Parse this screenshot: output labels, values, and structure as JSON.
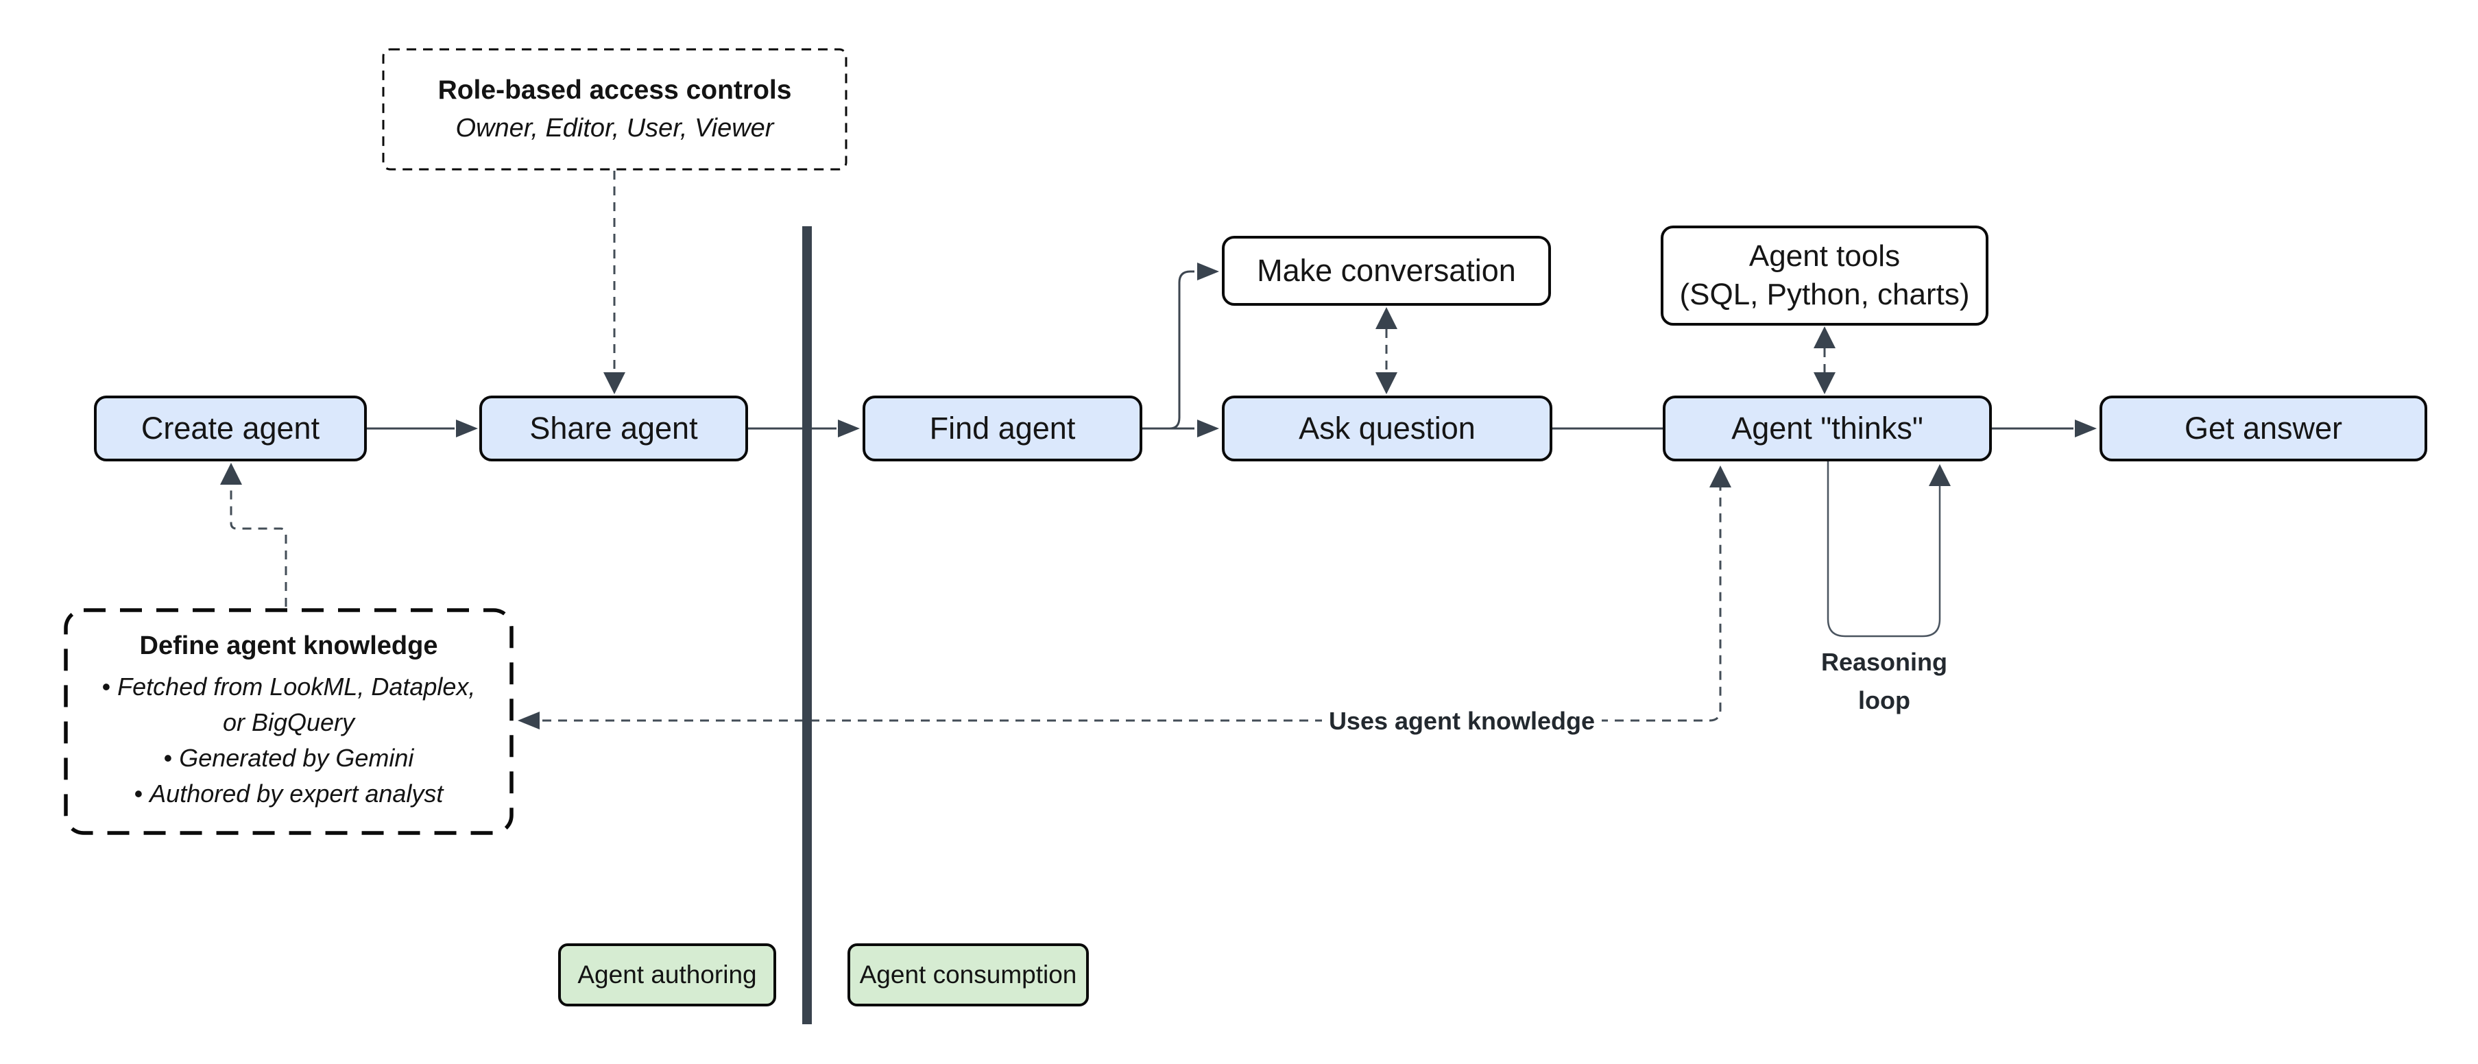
{
  "nodes": {
    "create_agent": {
      "label": "Create agent"
    },
    "share_agent": {
      "label": "Share agent"
    },
    "find_agent": {
      "label": "Find agent"
    },
    "ask_question": {
      "label": "Ask question"
    },
    "agent_thinks": {
      "label": "Agent \"thinks\""
    },
    "get_answer": {
      "label": "Get answer"
    },
    "make_conversation": {
      "label": "Make conversation"
    },
    "agent_tools": {
      "label": "Agent tools",
      "sublabel": "(SQL, Python, charts)"
    }
  },
  "annotations": {
    "role_access": {
      "title": "Role-based access controls",
      "subtitle": "Owner, Editor, User, Viewer"
    },
    "agent_knowledge": {
      "title": "Define agent knowledge",
      "bullets": [
        "Fetched from LookML, Dataplex, or BigQuery",
        "Generated by Gemini",
        "Authored by expert analyst"
      ]
    },
    "reasoning_loop_label": "Reasoning loop",
    "uses_knowledge_label": "Uses agent knowledge"
  },
  "lanes": {
    "authoring": "Agent authoring",
    "consumption": "Agent consumption"
  },
  "colors": {
    "node_fill": "#dbe8fc",
    "tool_fill": "#ffffff",
    "lane_fill": "#d6ecd2",
    "node_border": "#0a0a0a",
    "connector": "#3d4650",
    "arrowhead": "#39434e",
    "divider": "#39434e",
    "text": "#151515"
  }
}
